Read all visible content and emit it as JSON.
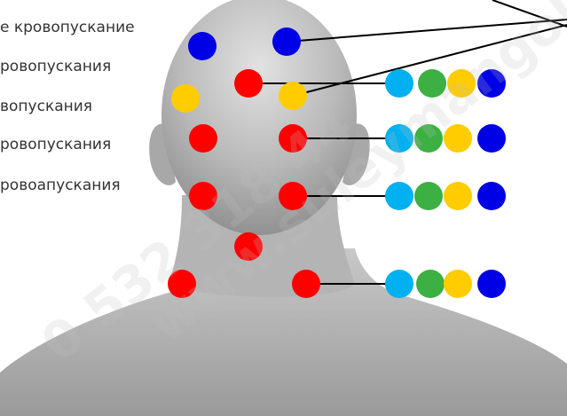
{
  "legend": {
    "items": [
      {
        "label": "е кровопускание"
      },
      {
        "label": "ровопускания"
      },
      {
        "label": "вопускания"
      },
      {
        "label": "ровопускания"
      },
      {
        "label": "ровоапускания"
      }
    ]
  },
  "watermark": {
    "phone": "0 532 318 44",
    "site": "www.suleymangok"
  },
  "colors": {
    "red": "#ff0000",
    "dark_blue": "#0000e6",
    "yellow": "#ffcc00",
    "light_blue": "#00b0f0",
    "green": "#3cb043",
    "skin": "#b9b9b9",
    "line": "#000000"
  }
}
